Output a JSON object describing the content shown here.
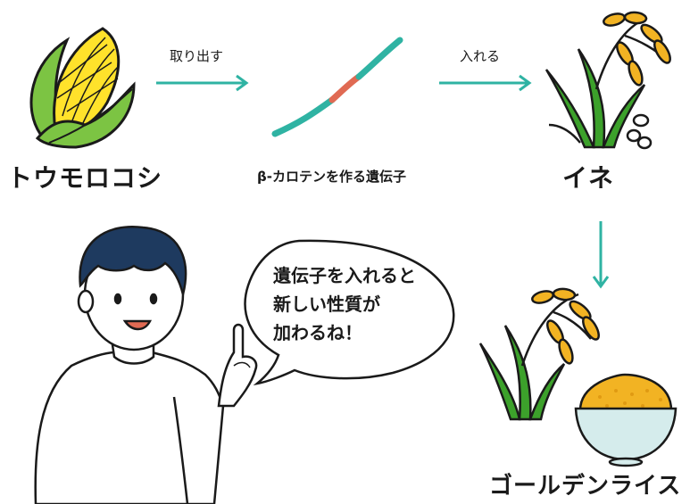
{
  "source": {
    "name": "トウモロコシ"
  },
  "gene": {
    "label": "β-カロテンを作る遺伝子"
  },
  "target": {
    "name": "イネ"
  },
  "result": {
    "name": "ゴールデンライス"
  },
  "arrows": {
    "extract_label": "取り出す",
    "insert_label": "入れる"
  },
  "speech": {
    "lines": [
      "遺伝子を入れると",
      "新しい性質が",
      "加わるね！"
    ]
  },
  "colors": {
    "teal": "#2fb3a3",
    "gene_segment": "#e06a53",
    "corn_yellow": "#ffe22b",
    "grain_orange": "#f2b323",
    "leaf_green": "#3ca12b",
    "ink": "#1a1a1a"
  }
}
